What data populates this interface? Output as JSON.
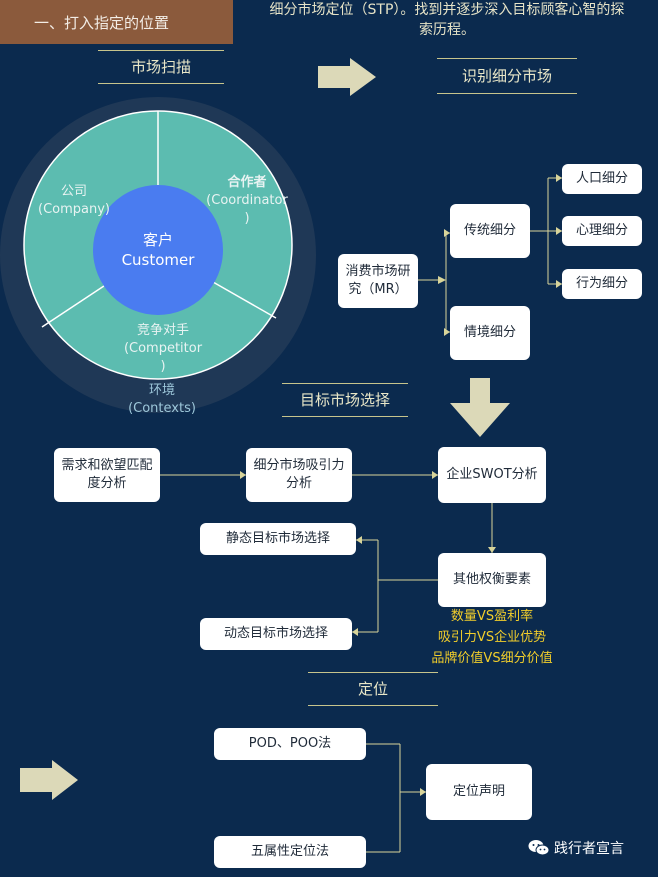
{
  "header": {
    "tab_label": "一、打入指定的位置",
    "text_line1": "细分市场定位（STP）。找到并逐步深入目标顾客心智的探",
    "text_line2": "索历程。"
  },
  "sections": {
    "market_scan": "市场扫描",
    "identify_segments": "识别细分市场",
    "target_selection": "目标市场选择",
    "positioning": "定位"
  },
  "circle": {
    "center_line1": "客户",
    "center_line2": "Customer",
    "company_line1": "公司",
    "company_line2": "(Company)",
    "cooperator_line1": "合作者",
    "cooperator_line2": "(Coordinator",
    "cooperator_line3": ")",
    "competitor_line1": "竞争对手",
    "competitor_line2": "(Competitor",
    "competitor_line3": ")",
    "context_line1": "环境",
    "context_line2": "(Contexts)",
    "colors": {
      "outer_ring": "#1f3856",
      "middle_ring": "#5cbcb0",
      "center": "#4a7cf0"
    }
  },
  "segmentation": {
    "mr": "消费市场研究（MR）",
    "traditional": "传统细分",
    "situational": "情境细分",
    "demographic": "人口细分",
    "psychographic": "心理细分",
    "behavioral": "行为细分"
  },
  "targeting": {
    "demand_match": "需求和欲望匹配度分析",
    "attractiveness": "细分市场吸引力分析",
    "swot": "企业SWOT分析",
    "other_factors": "其他权衡要素",
    "static_selection": "静态目标市场选择",
    "dynamic_selection": "动态目标市场选择",
    "factor1": "数量VS盈利率",
    "factor2": "吸引力VS企业优势",
    "factor3": "品牌价值VS细分价值"
  },
  "positioning": {
    "pod_poo": "POD、POO法",
    "five_attr": "五属性定位法",
    "statement": "定位声明"
  },
  "watermark": {
    "label": "践行者宣言",
    "icon": "wechat-icon"
  },
  "colors": {
    "background": "#0b2a4e",
    "tab": "#8b5a3c",
    "rule": "#c7c48c",
    "arrow": "#dcd9b8",
    "line": "#d8d49a",
    "factor_text": "#f2ce2b"
  }
}
